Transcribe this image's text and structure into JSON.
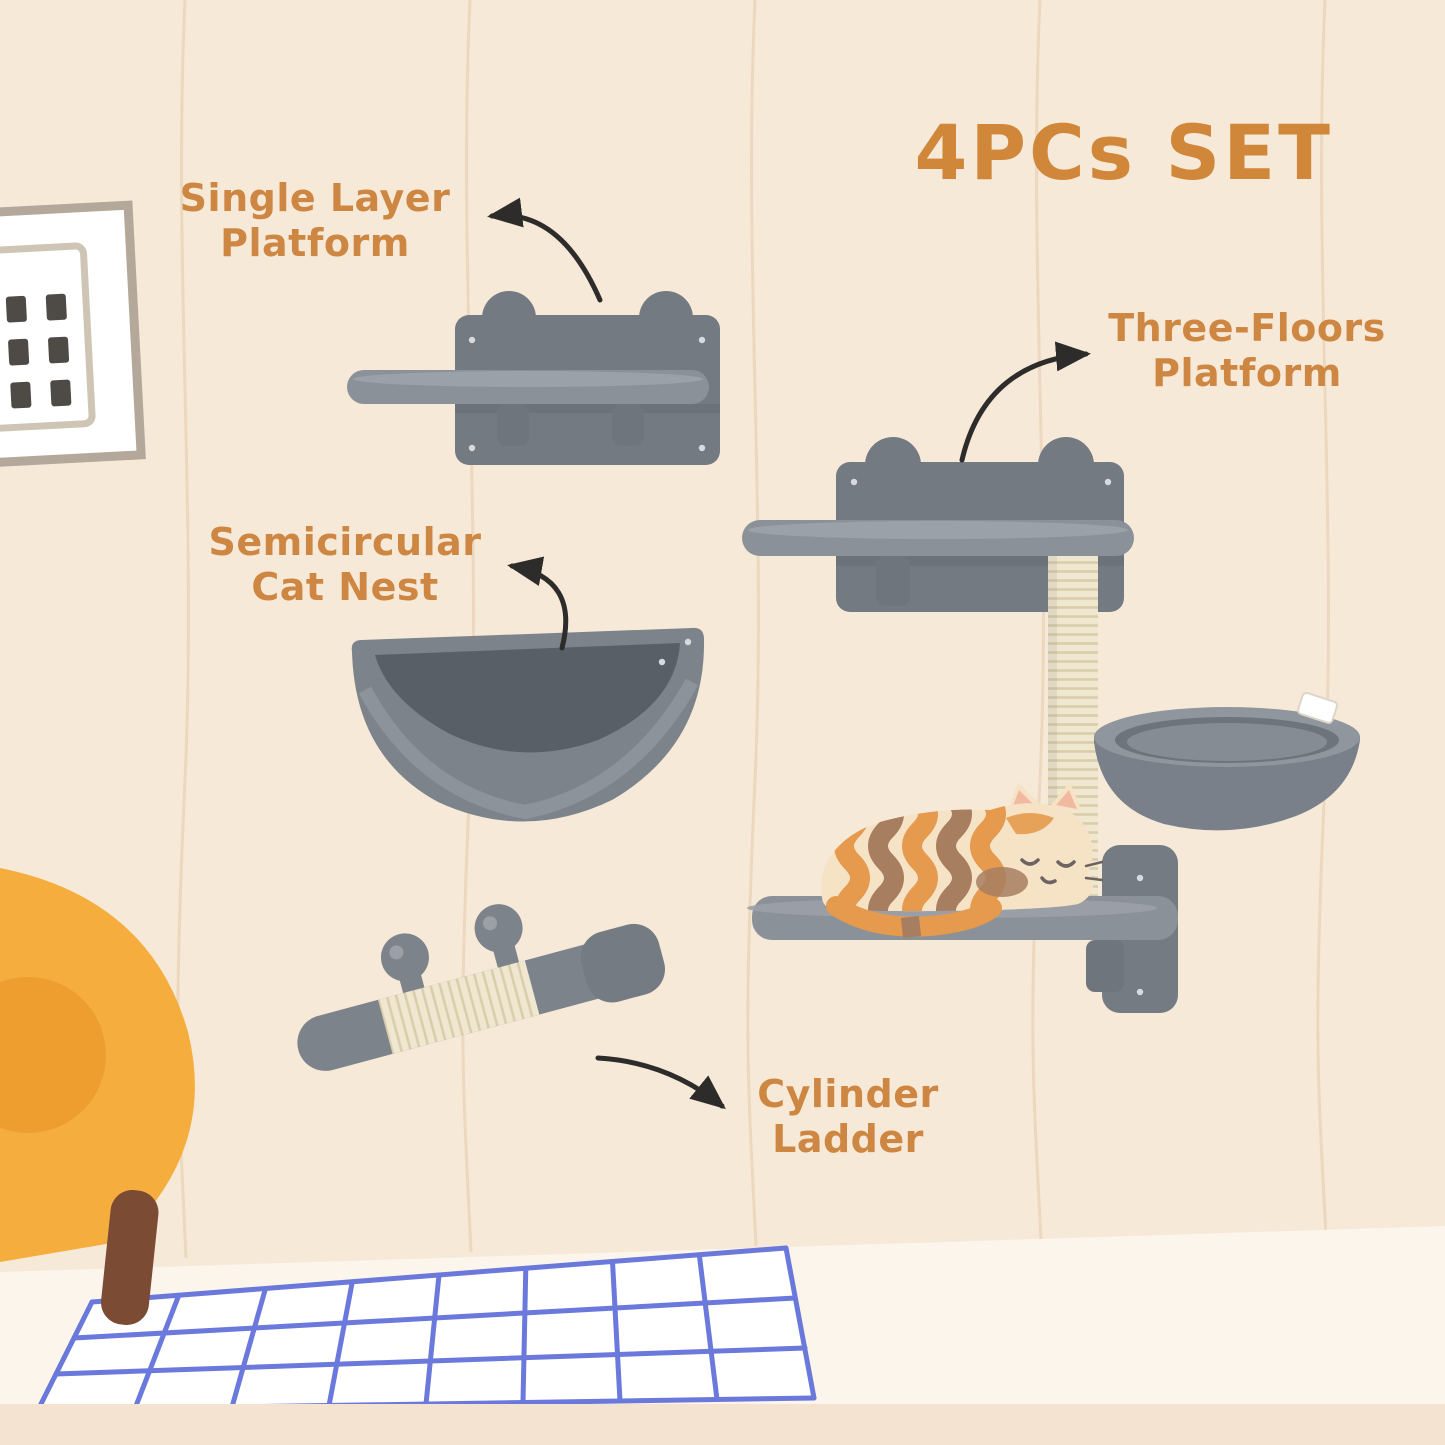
{
  "title": "4PCs SET",
  "labels": {
    "single_layer": "Single Layer Platform",
    "three_floors": "Three-Floors Platform",
    "semicircular": "Semicircular Cat Nest",
    "cylinder": "Cylinder Ladder"
  },
  "colors": {
    "background": "#f7e9d8",
    "accent_text": "#cd8742",
    "furniture_gray": "#7c838a",
    "sisal_beige": "#efe6d1",
    "tile_line_blue": "#5a6bd8",
    "armchair_yellow": "#f5ae3e",
    "cat_cream": "#f6e3c6",
    "cat_orange": "#e59a4d",
    "cat_brown": "#a77e60"
  }
}
